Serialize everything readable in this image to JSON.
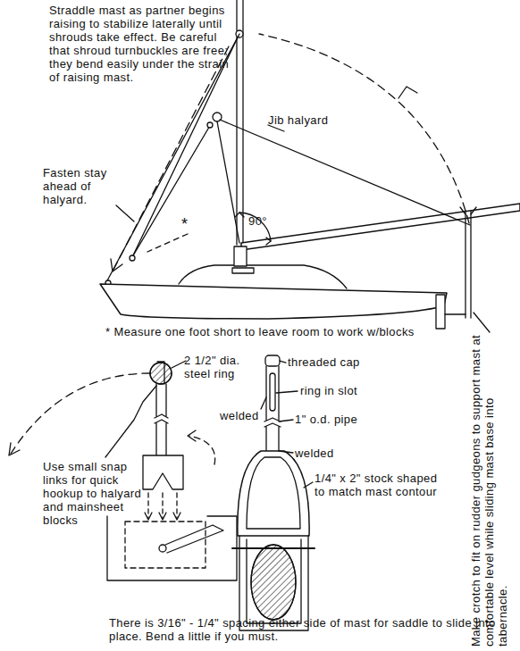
{
  "diagram": {
    "labels": [
      "Straddle mast as partner begins raising to stabilize laterally until shrouds take effect. Be careful that shroud turnbuckles are free; they bend easily under the strain of raising mast.",
      "Jib halyard",
      "Fasten stay ahead of halyard.",
      "90°",
      "*",
      "* Measure one foot short to leave room to work w/blocks",
      "2 1/2\" dia. steel ring",
      "threaded cap",
      "ring in slot",
      "welded",
      "1\" o.d. pipe",
      "Use small snap links for quick hookup to halyard and mainsheet blocks",
      "welded",
      "1/4\" x 2\" stock shaped to match mast contour",
      "There is 3/16\" - 1/4\" spacing either side of mast for saddle to slide into place. Bend a little if you must.",
      "Make crotch to fit on rudder gudgeons to support mast at comfortable level while sliding mast base into tabernacle."
    ]
  }
}
